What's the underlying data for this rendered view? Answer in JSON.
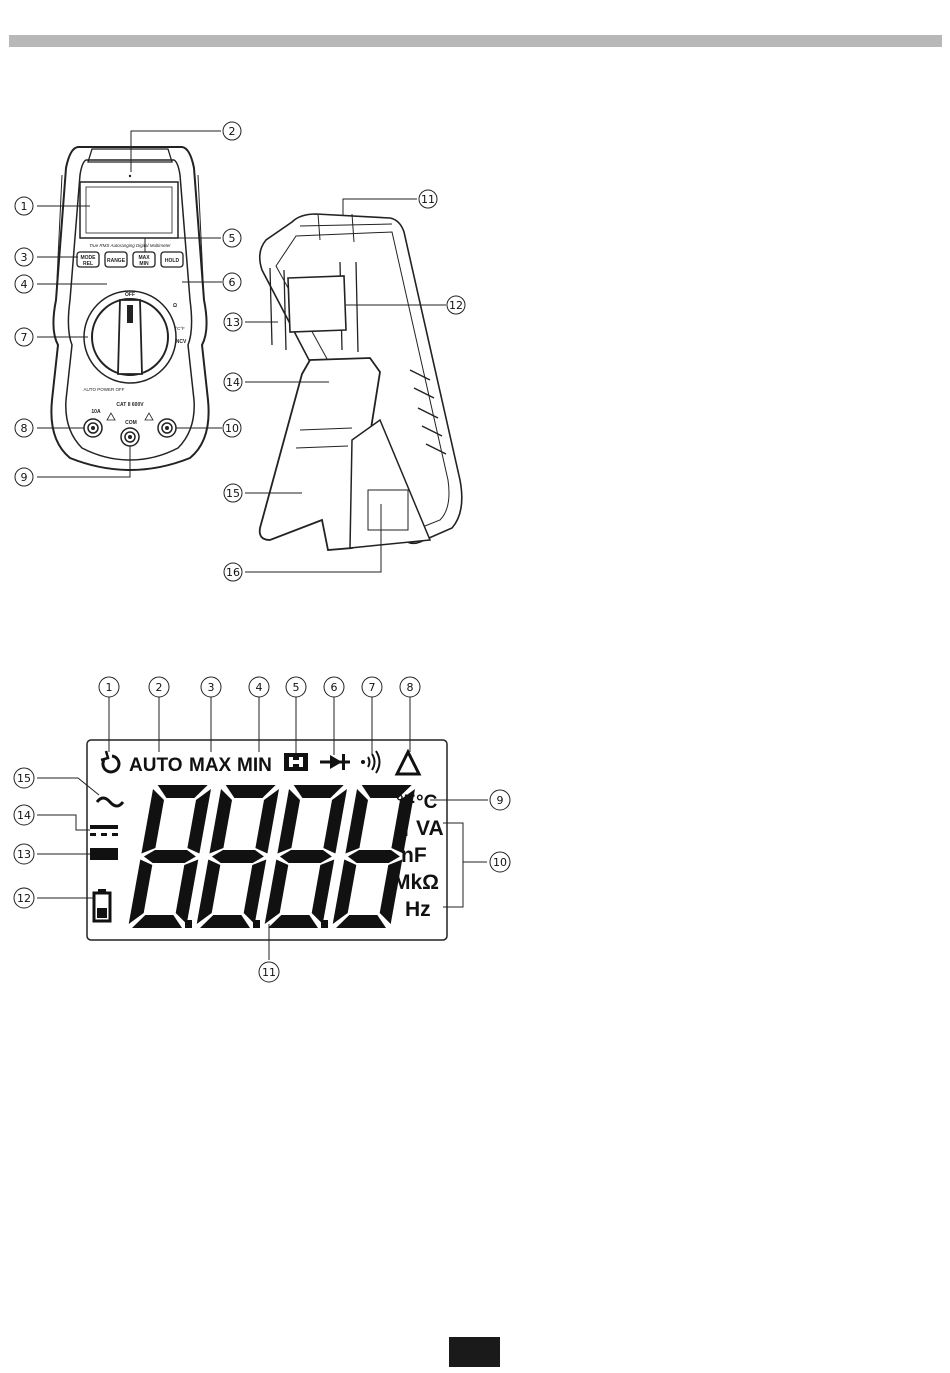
{
  "device": {
    "banner": "True RMS Autoranging Digital Multimeter",
    "buttons": {
      "mode": "MODE",
      "rel": "REL",
      "range": "RANGE",
      "max": "MAX",
      "min": "MIN",
      "hold": "HOLD"
    },
    "dial": {
      "off": "OFF",
      "ncv": "NCV",
      "ohm": "Ω",
      "temp_unit": "°C°F"
    },
    "auto_power_off": "AUTO POWER OFF",
    "cat_rating": "CAT II 600V",
    "jacks": {
      "ten_a": "10A",
      "com": "COM"
    }
  },
  "lcd": {
    "auto": "AUTO",
    "max": "MAX",
    "min": "MIN",
    "deg_f": "°F",
    "deg_c": "°C",
    "va": "VA",
    "mu": "m",
    "nf": "nF",
    "mkohm": "MkΩ",
    "hz": "Hz"
  },
  "callouts": {
    "front": [
      "1",
      "2",
      "3",
      "4",
      "5",
      "6",
      "7",
      "8",
      "9",
      "10"
    ],
    "back": [
      "11",
      "12",
      "13",
      "14",
      "15",
      "16"
    ],
    "lcd": [
      "1",
      "2",
      "3",
      "4",
      "5",
      "6",
      "7",
      "8",
      "9",
      "10",
      "11",
      "12",
      "13",
      "14",
      "15"
    ]
  }
}
